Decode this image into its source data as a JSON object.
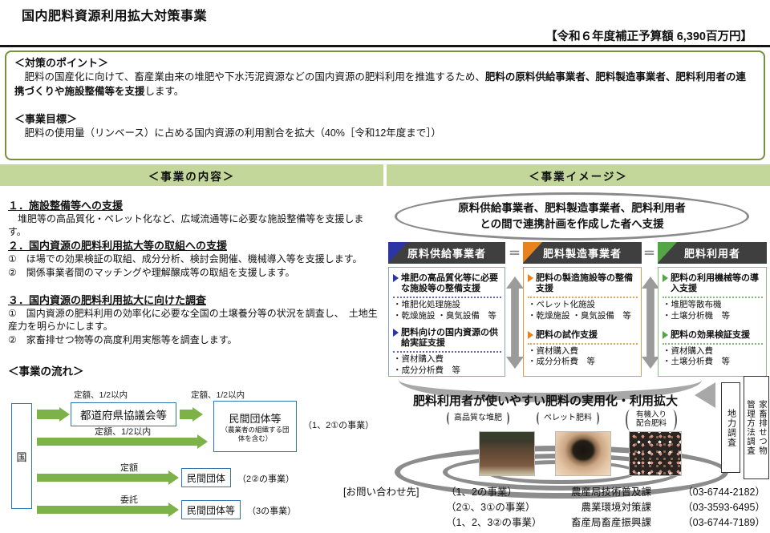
{
  "header": {
    "title": "国内肥料資源利用拡大対策事業",
    "budget": "【令和６年度補正予算額 6,390百万円】"
  },
  "summary": {
    "points_title": "＜対策のポイント＞",
    "points_pre": "　肥料の国産化に向けて、畜産業由来の堆肥や下水汚泥資源などの国内資源の肥料利用を推進するため、",
    "points_bold": "肥料の原料供給事業者、肥料製造事業者、肥料利用者の連携づくりや施設整備等を支援",
    "points_post": "します。",
    "goal_title": "＜事業目標＞",
    "goal_body": "　肥料の使用量（リンベース）に占める国内資源の利用割合を拡大（40%［令和12年度まで］）"
  },
  "sections": {
    "left_header": "＜事業の内容＞",
    "right_header": "＜事業イメージ＞"
  },
  "content": {
    "item1_title": "１．施設整備等への支援",
    "item1_body": "　堆肥等の高品質化・ペレット化など、広域流通等に必要な施設整備等を支援します。",
    "item2_title": "２．国内資源の肥料利用拡大等の取組への支援",
    "item2_sub1": "①　ほ場での効果検証の取組、成分分析、検討会開催、機械導入等を支援します。",
    "item2_sub2": "②　関係事業者間のマッチングや理解醸成等の取組を支援します。",
    "item3_title": "３．国内資源の肥料利用拡大に向けた調査",
    "item3_sub1": "①　国内資源の肥料利用の効率化に必要な全国の土壌養分等の状況を調査し、　土地生産力を明らかにします。",
    "item3_sub2": "②　家畜排せつ物等の高度利用実態等を調査します。",
    "flow_title": "＜事業の流れ＞"
  },
  "flow": {
    "kuni": "国",
    "label1": "定額、1/2以内",
    "label2": "定額、1/2以内",
    "label3": "定額、1/2以内",
    "label4": "定額",
    "label5": "委託",
    "box1": "都道府県協議会等",
    "box2_main": "民間団体等",
    "box2_sub": "（農業者の組織する団体を含む）",
    "box2_note": "（1、2①の事業）",
    "box3": "民間団体",
    "box3_note": "（2②の事業）",
    "box4": "民間団体等",
    "box4_note": "（3の事業）"
  },
  "image": {
    "ellipse_line1": "原料供給事業者、肥料製造事業者、肥料利用者",
    "ellipse_line2": "との間で連携計画を作成した者へ支援",
    "equals": "＝",
    "columns": [
      {
        "header": "原料供給事業者",
        "sections": [
          {
            "title": "堆肥の高品質化等に必要な施設等の整備支援",
            "items": [
              "・堆肥化処理施設",
              "・乾燥施設 ・臭気設備　等"
            ]
          },
          {
            "title": "肥料向けの国内資源の供給実証支援",
            "items": [
              "・資材購入費",
              "・成分分析費　等"
            ]
          }
        ]
      },
      {
        "header": "肥料製造事業者",
        "sections": [
          {
            "title": "肥料の製造施設等の整備支援",
            "items": [
              "・ペレット化施設",
              "・乾燥施設 ・臭気設備　等"
            ]
          },
          {
            "title": "肥料の試作支援",
            "items": [
              "・資材購入費",
              "・成分分析費　等"
            ]
          }
        ]
      },
      {
        "header": "肥料利用者",
        "sections": [
          {
            "title": "肥料の利用機械等の導入支援",
            "items": [
              "・堆肥等散布機",
              "・土壌分析機　等"
            ]
          },
          {
            "title": "肥料の効果検証支援",
            "items": [
              "・資材購入費",
              "・土壌分析費　等"
            ]
          }
        ]
      }
    ],
    "bottom_heading": "肥料利用者が使いやすい肥料の実用化・利用拡大",
    "photo_labels": [
      "高品質な堆肥",
      "ペレット肥料",
      "有機入り配合肥料"
    ],
    "survey_box1": "地力調査",
    "survey_box2_col1": "家畜排せつ物",
    "survey_box2_col2": "管理方法調査"
  },
  "contact": {
    "label": "[お問い合わせ先]",
    "rows": [
      {
        "scope": "（1、2の事業）",
        "dept": "農産局技術普及課",
        "tel": "（03-6744-2182）"
      },
      {
        "scope": "（2①、3①の事業）",
        "dept": "農業環境対策課",
        "tel": "（03-3593-6495）"
      },
      {
        "scope": "（1、2、3②の事業）",
        "dept": "畜産局畜産振興課",
        "tel": "（03-6744-7189）"
      }
    ]
  },
  "colors": {
    "accent-blue": "#2B35A5",
    "accent-orange": "#E8821E",
    "accent-green": "#53A546",
    "border-blue": "#8CA3C8",
    "border-orange": "#D99B4F",
    "border-green": "#8FBD7F",
    "bar-dark": "#3F3F3F",
    "light-green": "#C4D79B",
    "frame-green": "#76923C",
    "arrow-green": "#7DB249",
    "flow-blue": "#2E75B6"
  }
}
